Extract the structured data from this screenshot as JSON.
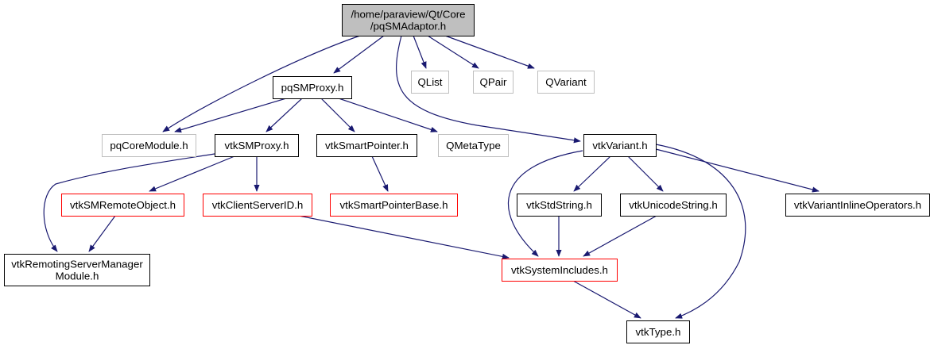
{
  "diagram": {
    "type": "include-dependency-graph",
    "colors": {
      "edge": "#191970",
      "root_fill": "#bfbfbf",
      "border_documented": "#000000",
      "border_undocumented": "#bfbfbf",
      "border_truncated": "#ff0000"
    },
    "nodes": [
      {
        "id": "root",
        "lines": [
          "/home/paraview/Qt/Core",
          "/pqSMAdaptor.h"
        ],
        "kind": "root"
      },
      {
        "id": "pqSMProxy",
        "lines": [
          "pqSMProxy.h"
        ],
        "kind": "documented"
      },
      {
        "id": "QList",
        "lines": [
          "QList"
        ],
        "kind": "undocumented"
      },
      {
        "id": "QPair",
        "lines": [
          "QPair"
        ],
        "kind": "undocumented"
      },
      {
        "id": "QVariant",
        "lines": [
          "QVariant"
        ],
        "kind": "undocumented"
      },
      {
        "id": "pqCoreModule",
        "lines": [
          "pqCoreModule.h"
        ],
        "kind": "undocumented"
      },
      {
        "id": "vtkSMProxy",
        "lines": [
          "vtkSMProxy.h"
        ],
        "kind": "documented"
      },
      {
        "id": "vtkSmartPointer",
        "lines": [
          "vtkSmartPointer.h"
        ],
        "kind": "documented"
      },
      {
        "id": "QMetaType",
        "lines": [
          "QMetaType"
        ],
        "kind": "undocumented"
      },
      {
        "id": "vtkVariant",
        "lines": [
          "vtkVariant.h"
        ],
        "kind": "documented"
      },
      {
        "id": "vtkSMRemoteObject",
        "lines": [
          "vtkSMRemoteObject.h"
        ],
        "kind": "truncated"
      },
      {
        "id": "vtkClientServerID",
        "lines": [
          "vtkClientServerID.h"
        ],
        "kind": "truncated"
      },
      {
        "id": "vtkSmartPointerBase",
        "lines": [
          "vtkSmartPointerBase.h"
        ],
        "kind": "truncated"
      },
      {
        "id": "vtkStdString",
        "lines": [
          "vtkStdString.h"
        ],
        "kind": "documented"
      },
      {
        "id": "vtkUnicodeString",
        "lines": [
          "vtkUnicodeString.h"
        ],
        "kind": "documented"
      },
      {
        "id": "vtkVariantInlineOperators",
        "lines": [
          "vtkVariantInlineOperators.h"
        ],
        "kind": "documented"
      },
      {
        "id": "vtkRemotingServerManagerModule",
        "lines": [
          "vtkRemotingServerManager",
          "Module.h"
        ],
        "kind": "documented"
      },
      {
        "id": "vtkSystemIncludes",
        "lines": [
          "vtkSystemIncludes.h"
        ],
        "kind": "truncated"
      },
      {
        "id": "vtkType",
        "lines": [
          "vtkType.h"
        ],
        "kind": "documented"
      }
    ],
    "edges": [
      {
        "from": "root",
        "to": "pqSMProxy"
      },
      {
        "from": "root",
        "to": "pqCoreModule"
      },
      {
        "from": "root",
        "to": "QList"
      },
      {
        "from": "root",
        "to": "QPair"
      },
      {
        "from": "root",
        "to": "QVariant"
      },
      {
        "from": "root",
        "to": "vtkVariant"
      },
      {
        "from": "pqSMProxy",
        "to": "pqCoreModule"
      },
      {
        "from": "pqSMProxy",
        "to": "vtkSMProxy"
      },
      {
        "from": "pqSMProxy",
        "to": "vtkSmartPointer"
      },
      {
        "from": "pqSMProxy",
        "to": "QMetaType"
      },
      {
        "from": "vtkSMProxy",
        "to": "vtkSMRemoteObject"
      },
      {
        "from": "vtkSMProxy",
        "to": "vtkClientServerID"
      },
      {
        "from": "vtkSMProxy",
        "to": "vtkRemotingServerManagerModule"
      },
      {
        "from": "vtkSMRemoteObject",
        "to": "vtkRemotingServerManagerModule"
      },
      {
        "from": "vtkClientServerID",
        "to": "vtkSystemIncludes"
      },
      {
        "from": "vtkSmartPointer",
        "to": "vtkSmartPointerBase"
      },
      {
        "from": "vtkVariant",
        "to": "vtkStdString"
      },
      {
        "from": "vtkVariant",
        "to": "vtkUnicodeString"
      },
      {
        "from": "vtkVariant",
        "to": "vtkVariantInlineOperators"
      },
      {
        "from": "vtkVariant",
        "to": "vtkSystemIncludes"
      },
      {
        "from": "vtkVariant",
        "to": "vtkType"
      },
      {
        "from": "vtkStdString",
        "to": "vtkSystemIncludes"
      },
      {
        "from": "vtkUnicodeString",
        "to": "vtkSystemIncludes"
      },
      {
        "from": "vtkSystemIncludes",
        "to": "vtkType"
      }
    ]
  }
}
